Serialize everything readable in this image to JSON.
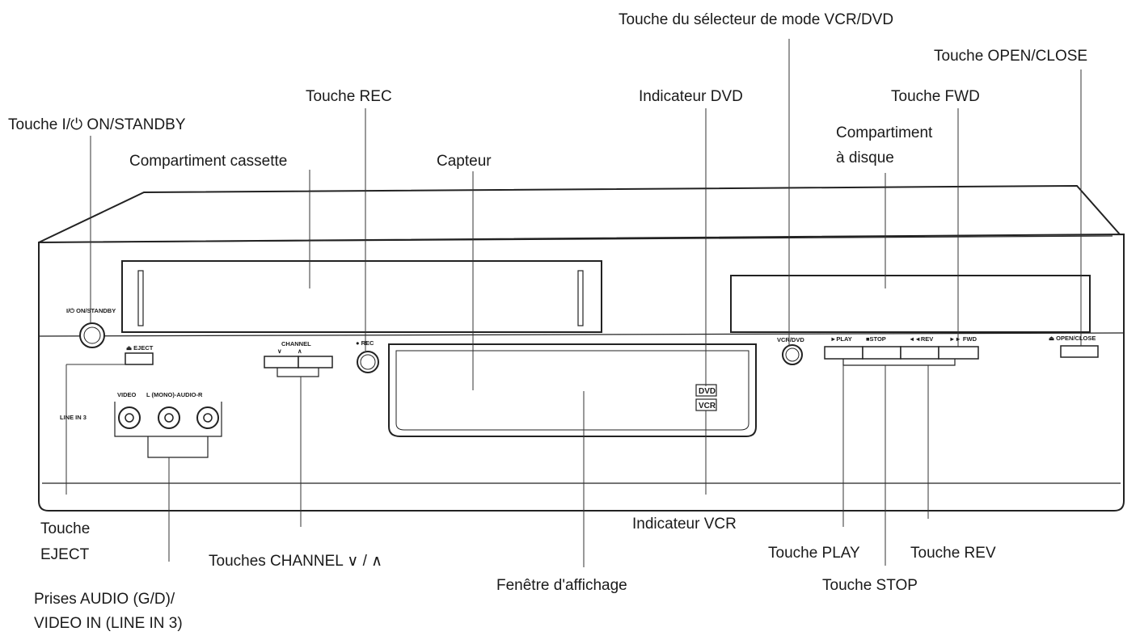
{
  "callouts": {
    "on_standby": "Touche I/⏻ ON/STANDBY",
    "cassette_compartment": "Compartiment cassette",
    "rec_button": "Touche REC",
    "sensor": "Capteur",
    "dvd_indicator": "Indicateur DVD",
    "mode_selector": "Touche du sélecteur de mode VCR/DVD",
    "open_close": "Touche OPEN/CLOSE",
    "fwd_button": "Touche FWD",
    "disc_compartment_1": "Compartiment",
    "disc_compartment_2": "à disque",
    "eject_1": "Touche",
    "eject_2": "EJECT",
    "audio_jacks_1": "Prises AUDIO (G/D)/",
    "audio_jacks_2": "VIDEO IN (LINE IN 3)",
    "channel_buttons": "Touches CHANNEL ∨ / ∧",
    "display_window": "Fenêtre d'affichage",
    "vcr_indicator": "Indicateur VCR",
    "play_button": "Touche PLAY",
    "stop_button": "Touche STOP",
    "rev_button": "Touche REV"
  },
  "panel": {
    "on_standby": "I/⏻ ON/STANDBY",
    "eject": "⏏ EJECT",
    "video": "VIDEO",
    "audio": "L (MONO)-AUDIO-R",
    "line_in": "LINE IN 3",
    "channel": "CHANNEL",
    "channel_down": "∨",
    "channel_up": "∧",
    "rec": "● REC",
    "vcr_dvd": "VCR/DVD",
    "play": "►PLAY",
    "stop": "■STOP",
    "rev": "◄◄REV",
    "fwd": "►► FWD",
    "open_close": "⏏ OPEN/CLOSE",
    "dvd_ind": "DVD",
    "vcr_ind": "VCR"
  }
}
